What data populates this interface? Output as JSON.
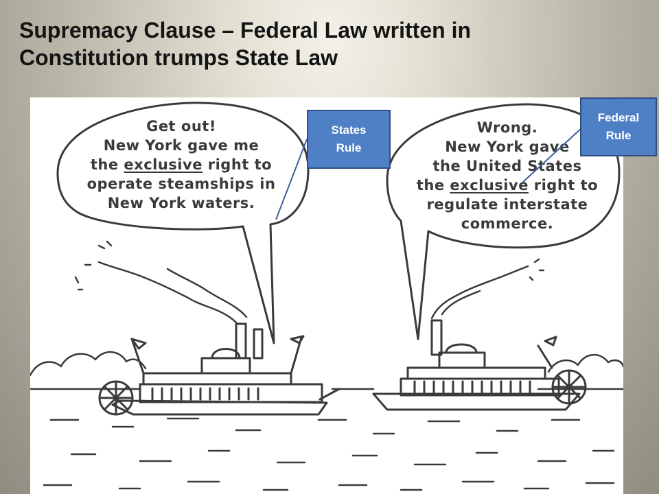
{
  "slide": {
    "title_line1": "Supremacy Clause – Federal Law written in",
    "title_line2": "Constitution trumps State Law"
  },
  "cartoon": {
    "left_bubble": {
      "line1": "Get out!",
      "line2": "New York gave me",
      "line3_pre": "the ",
      "line3_u": "exclusive",
      "line3_post": " right to",
      "line4": "operate steamships in",
      "line5": "New York waters."
    },
    "right_bubble": {
      "line1": "Wrong.",
      "line2": "New York gave",
      "line3": "the United States",
      "line4_pre": "the ",
      "line4_u": "exclusive",
      "line4_post": " right to",
      "line5": "regulate interstate",
      "line6": "commerce."
    }
  },
  "callouts": {
    "states": {
      "line1": "States",
      "line2": "Rule"
    },
    "federal": {
      "line1": "Federal",
      "line2": "Rule"
    }
  },
  "colors": {
    "callout_fill": "#4f7fc4",
    "callout_border": "#2e4f82",
    "pointer_line": "#3b5f99",
    "ink": "#3a3a3a"
  }
}
